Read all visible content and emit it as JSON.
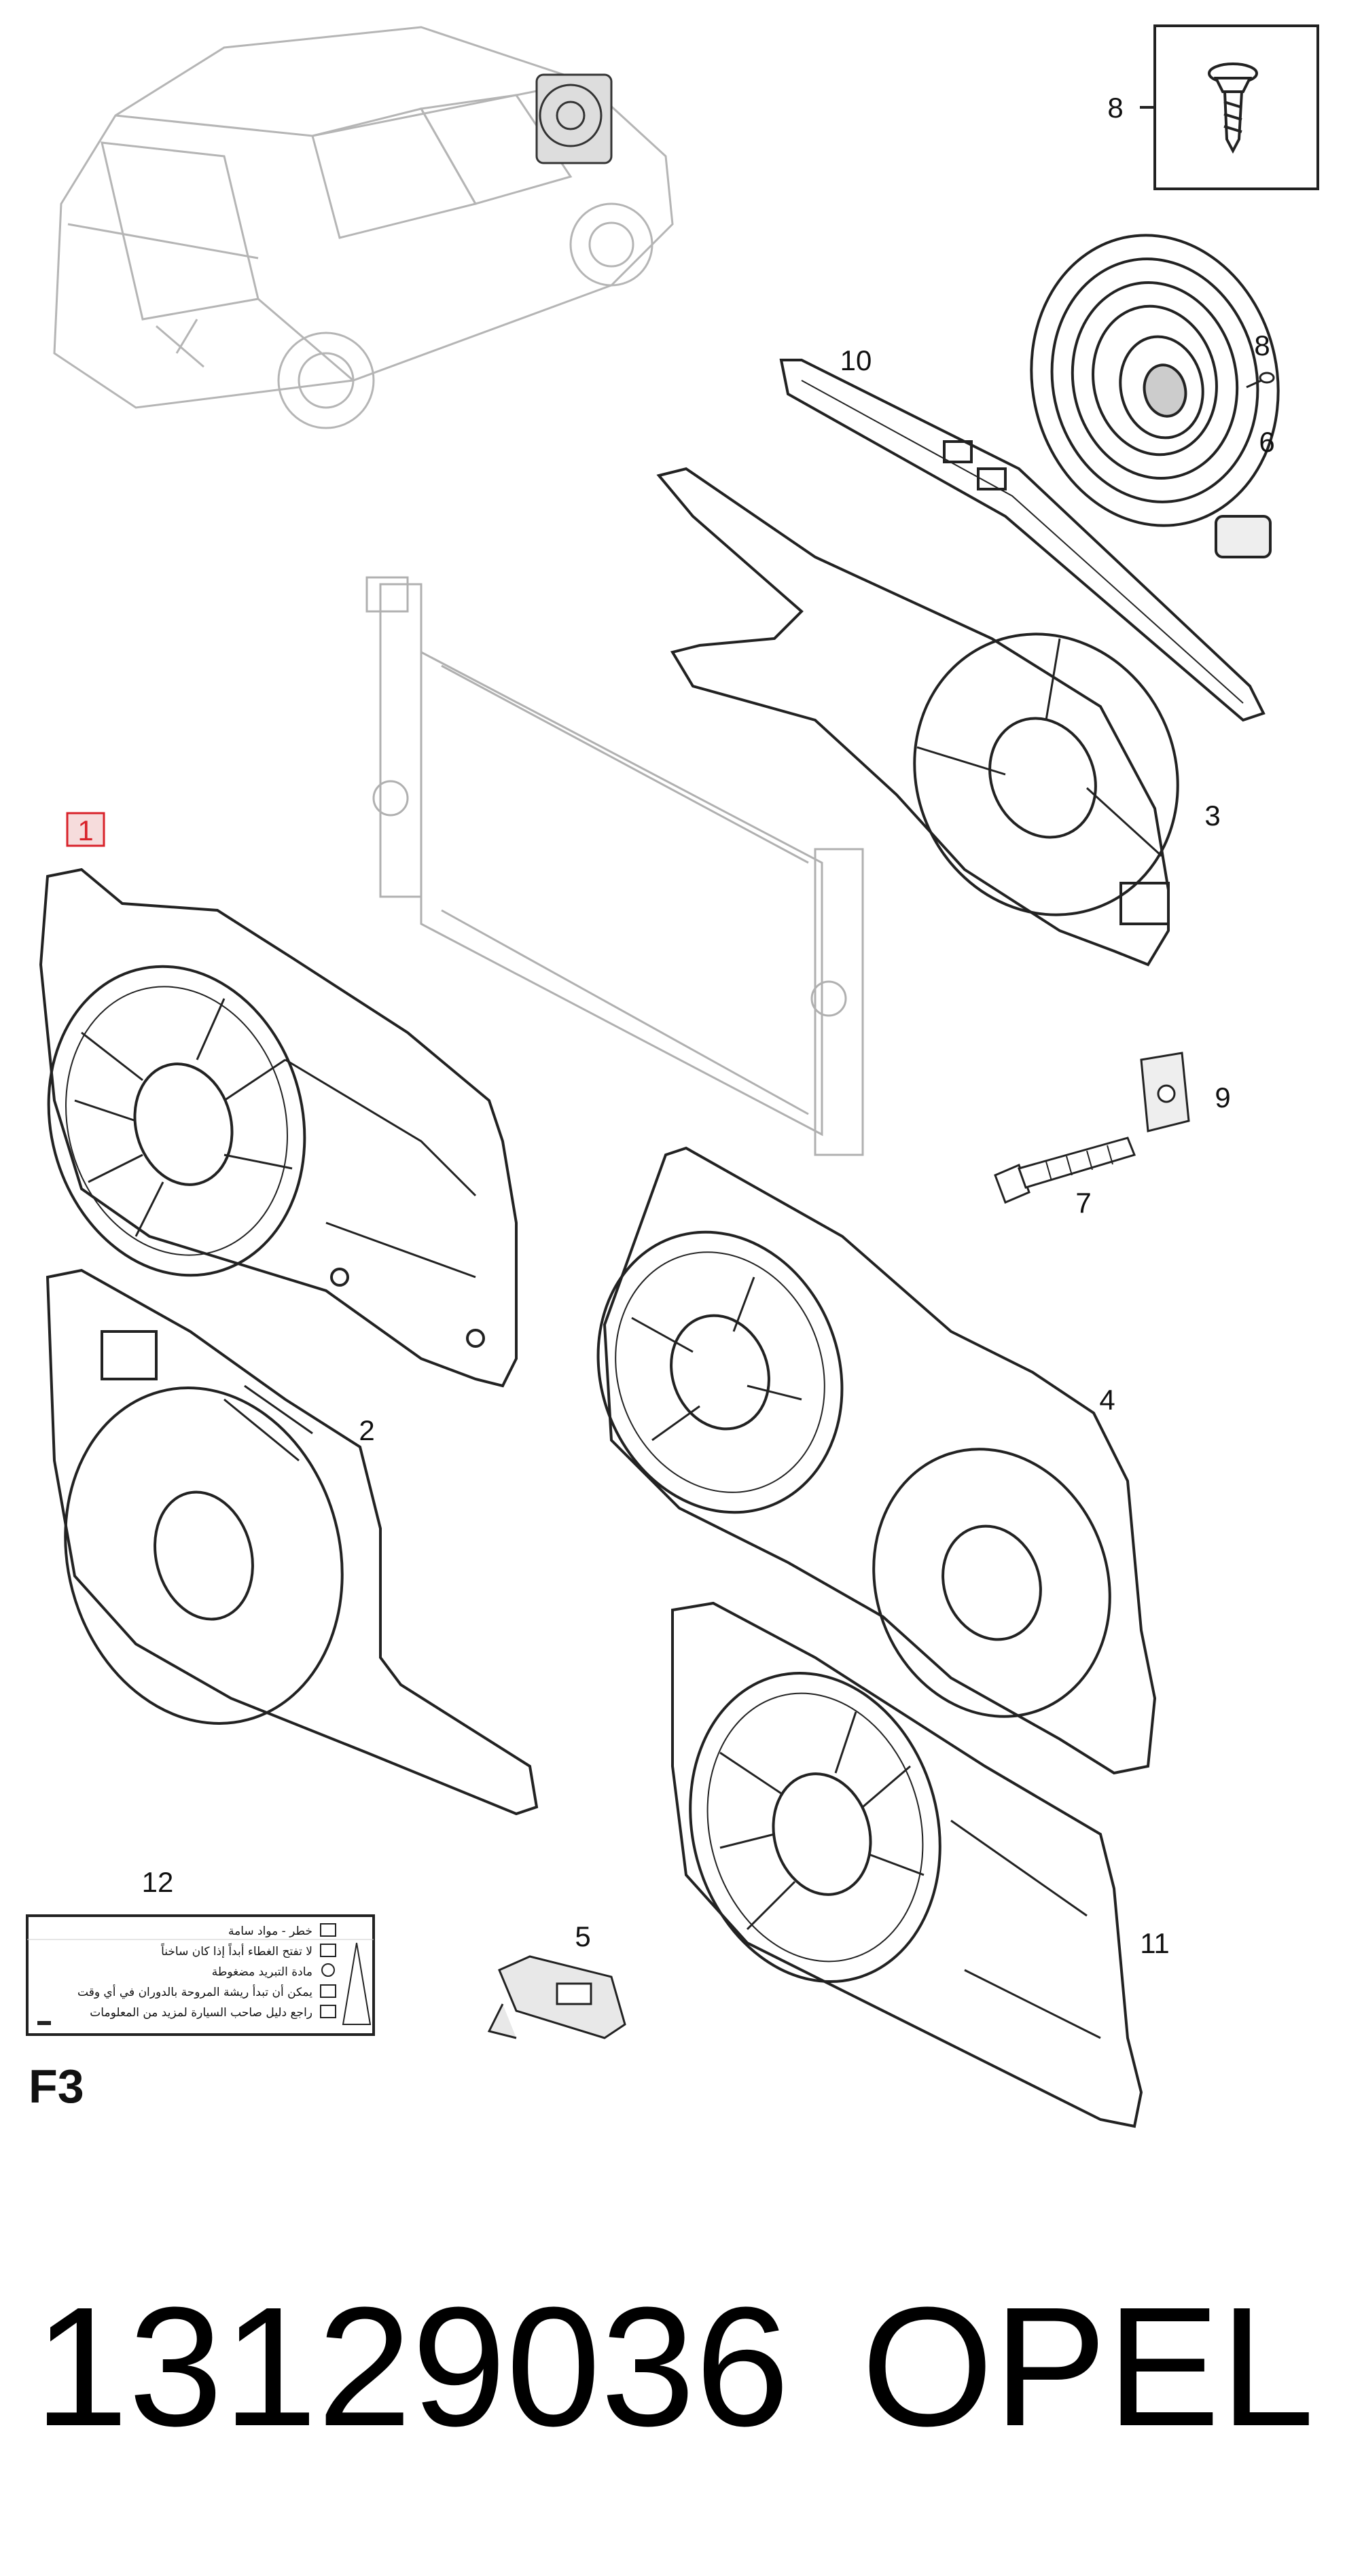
{
  "diagram": {
    "callouts": {
      "c1": "1",
      "c2": "2",
      "c3": "3",
      "c4": "4",
      "c5": "5",
      "c6": "6",
      "c7": "7",
      "c8_top": "8",
      "c8_screw": "8",
      "c9": "9",
      "c10": "10",
      "c11": "11",
      "c12": "12"
    },
    "highlighted_callout": "1",
    "highlight_color": "#d8222a",
    "section_code": "F3",
    "warning_label": {
      "lines": [
        "خطر - مواد سامة",
        "لا تفتح الغطاء أبداً إذا كان ساخناً",
        "مادة التبريد مضغوطة",
        "يمكن أن تبدأ ريشة المروحة بالدوران في أي وقت",
        "راجع دليل صاحب السيارة لمزيد من المعلومات"
      ]
    }
  },
  "footer": {
    "part_number": "13129036",
    "brand": "OPEL"
  }
}
